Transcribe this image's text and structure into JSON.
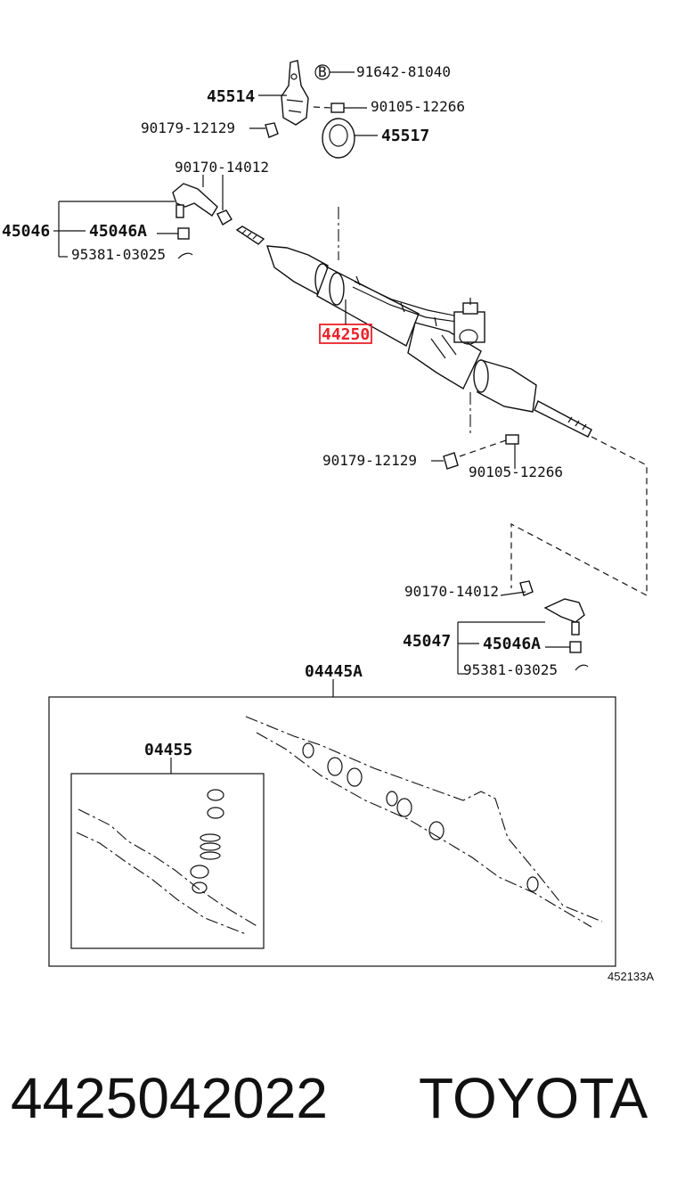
{
  "diagram": {
    "callouts": {
      "bolt_b_ref": "B",
      "bolt_b": "91642-81040",
      "bracket": "45514",
      "bolt_upper": "90105-12266",
      "nut_upper": "90179-12129",
      "bracket_clamp": "45517",
      "nut_left": "90170-14012",
      "tie_rod_end_left": "45046",
      "tie_rod_sub_left": "45046A",
      "cotter_pin_left": "95381-03025",
      "rack_assembly": "44250",
      "nut_lower": "90179-12129",
      "bolt_lower": "90105-12266",
      "nut_right": "90170-14012",
      "tie_rod_end_right": "45047",
      "tie_rod_sub_right": "45046A",
      "cotter_pin_right": "95381-03025",
      "gasket_kit": "04445A",
      "seal_kit": "04455"
    },
    "highlight_color": "#e8232a",
    "figure_number": "452133A"
  },
  "caption": {
    "part_number": "4425042022",
    "brand": "TOYOTA"
  }
}
